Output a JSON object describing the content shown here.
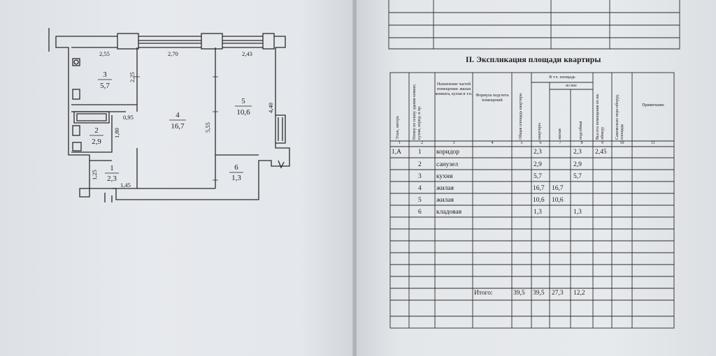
{
  "plan": {
    "dims": {
      "top_left": "2,55",
      "top_mid": "2,70",
      "top_right": "2,43",
      "kitchen_side": "2,25",
      "bath_w": "0,95",
      "bath_h": "1,80",
      "hall_h": "1,25",
      "hall_w": "1,45",
      "room4_h": "5,55",
      "room5_h": "4,40"
    },
    "rooms": [
      {
        "no": "1",
        "area": "2,3"
      },
      {
        "no": "2",
        "area": "2,9"
      },
      {
        "no": "3",
        "area": "5,7"
      },
      {
        "no": "4",
        "area": "16,7"
      },
      {
        "no": "5",
        "area": "10,6"
      },
      {
        "no": "6",
        "area": "1,3"
      }
    ]
  },
  "table": {
    "title": "II. Экспликация площади квартиры",
    "headers": {
      "floor": "Этаж, литера",
      "plan_no": "Номер по плану здания комнат, кухни, корид. и пр.",
      "purpose": "Назначение частей помещения: жилая комната, кухня и т.п.",
      "formula": "Формула подсчета помещений",
      "total_area": "Общая площадь квартиры",
      "incl": "В т.ч. площадь",
      "of_them": "из нее",
      "apartment": "квартиры",
      "living": "жилая",
      "auxiliary": "подсобная",
      "height": "Высота помещения по вн. обмеру",
      "unauth": "Самовольно пере-оборуд. площадь",
      "note": "Примечание"
    },
    "col_numbers": [
      "1",
      "2",
      "3",
      "4",
      "5",
      "6",
      "7",
      "8",
      "9",
      "10",
      "11"
    ],
    "rows": [
      {
        "floor": "1,А",
        "no": "1",
        "name": "коридор",
        "apt": "2,3",
        "living": "",
        "aux": "2,3",
        "height": "2,45"
      },
      {
        "floor": "",
        "no": "2",
        "name": "санузел",
        "apt": "2,9",
        "living": "",
        "aux": "2,9",
        "height": ""
      },
      {
        "floor": "",
        "no": "3",
        "name": "кухня",
        "apt": "5,7",
        "living": "",
        "aux": "5,7",
        "height": ""
      },
      {
        "floor": "",
        "no": "4",
        "name": "жилая",
        "apt": "16,7",
        "living": "16,7",
        "aux": "",
        "height": ""
      },
      {
        "floor": "",
        "no": "5",
        "name": "жилая",
        "apt": "10,6",
        "living": "10,6",
        "aux": "",
        "height": ""
      },
      {
        "floor": "",
        "no": "6",
        "name": "кладовая",
        "apt": "1,3",
        "living": "",
        "aux": "1,3",
        "height": ""
      }
    ],
    "totals": {
      "label": "Итого:",
      "total": "39,5",
      "apt": "39,5",
      "living": "27,3",
      "aux": "12,2"
    }
  }
}
